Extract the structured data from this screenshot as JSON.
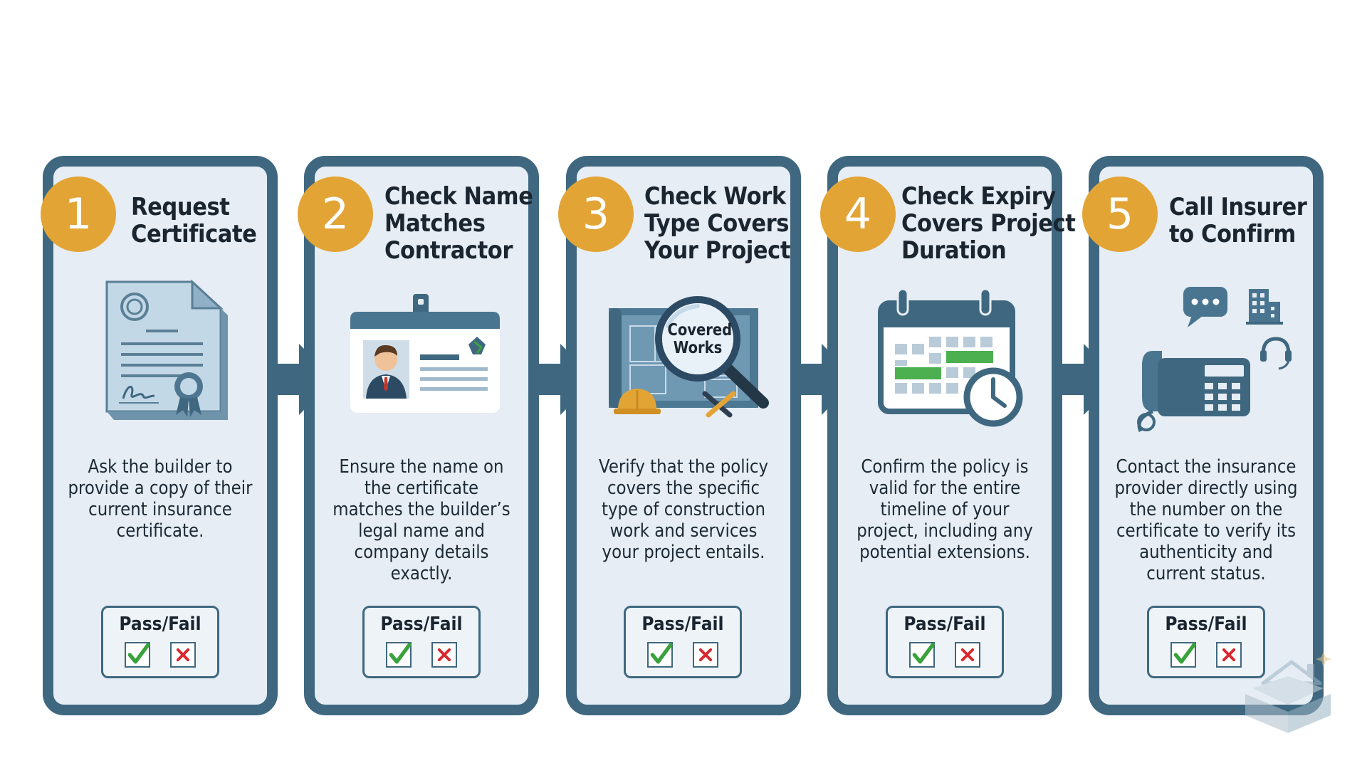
{
  "colors": {
    "panel_border": "#3f6880",
    "panel_fill": "#e6edf4",
    "badge": "#e3a436",
    "check": "#3aa23c",
    "cross": "#d8282e"
  },
  "steps": [
    {
      "number": "1",
      "title_lines": [
        "Request",
        "Certificate"
      ],
      "description": "Ask the builder to provide a copy of their current insurance certificate.",
      "icon": "certificate-document-icon",
      "pass_fail": "Pass/Fail"
    },
    {
      "number": "2",
      "title_lines": [
        "Check Name",
        "Matches",
        "Contractor"
      ],
      "description": "Ensure the name on the certificate matches the builder’s legal name and company details exactly.",
      "icon": "id-badge-icon",
      "pass_fail": "Pass/Fail"
    },
    {
      "number": "3",
      "title_lines": [
        "Check Work",
        "Type Covers",
        "Your Project"
      ],
      "description": "Verify that the policy covers the specific type of construction work and services your project entails.",
      "icon": "blueprint-magnifier-icon",
      "magnifier_text": [
        "Covered",
        "Works"
      ],
      "pass_fail": "Pass/Fail"
    },
    {
      "number": "4",
      "title_lines": [
        "Check Expiry",
        "Covers Project",
        "Duration"
      ],
      "description": "Confirm the policy is valid for the entire timeline of your project, including any potential extensions.",
      "icon": "calendar-clock-icon",
      "pass_fail": "Pass/Fail"
    },
    {
      "number": "5",
      "title_lines": [
        "Call Insurer",
        "to Confirm"
      ],
      "description": "Contact the insurance provider directly using the number on the certificate to verify its authenticity and current status.",
      "icon": "office-phone-icon",
      "pass_fail": "Pass/Fail"
    }
  ]
}
